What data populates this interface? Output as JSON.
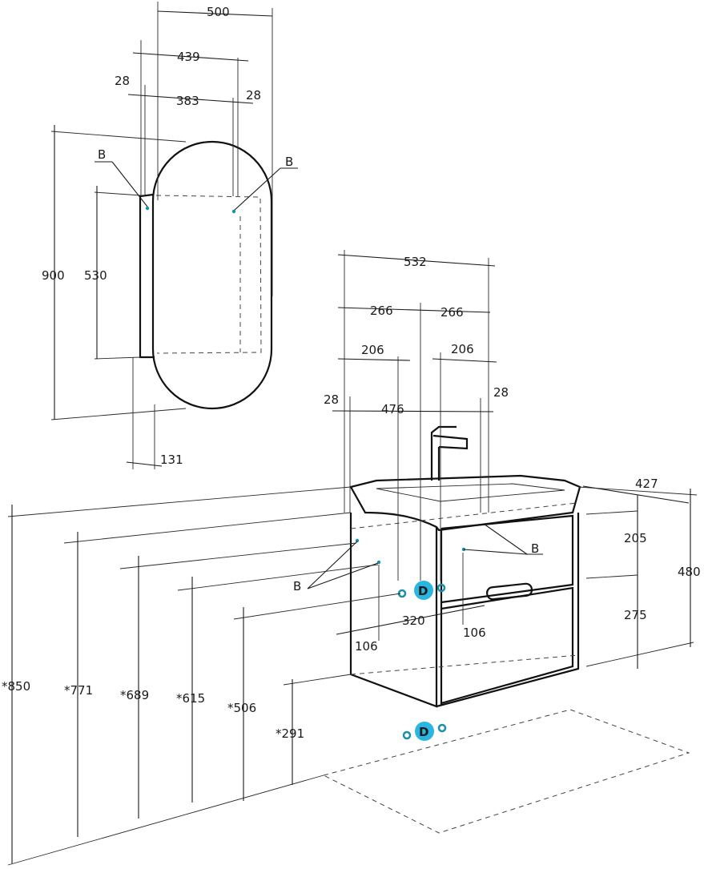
{
  "mirror": {
    "width_500": "500",
    "width_439": "439",
    "width_383": "383",
    "side_28_left": "28",
    "side_28_right": "28",
    "height_900": "900",
    "height_530": "530",
    "depth_131": "131",
    "callout_b_left": "B",
    "callout_b_right": "B"
  },
  "vanity": {
    "width_532": "532",
    "half_266_left": "266",
    "half_266_right": "266",
    "inset_206_left": "206",
    "inset_206_right": "206",
    "side_28_left": "28",
    "side_28_right": "28",
    "inner_476": "476",
    "depth_427": "427",
    "drawer_205": "205",
    "drawer_275": "275",
    "total_480": "480",
    "pipe_320": "320",
    "offset_106_left": "106",
    "offset_106_right": "106",
    "callout_b_front": "B",
    "callout_b_side": "B",
    "pipe_marker_upper": "D",
    "pipe_marker_lower": "D"
  },
  "heights": {
    "h_850": "*850",
    "h_771": "*771",
    "h_689": "*689",
    "h_615": "*615",
    "h_506": "*506",
    "h_291": "*291"
  },
  "colors": {
    "line": "#1a1a1a",
    "accent": "#1a8fa8",
    "marker_fill": "#29b6e0"
  }
}
